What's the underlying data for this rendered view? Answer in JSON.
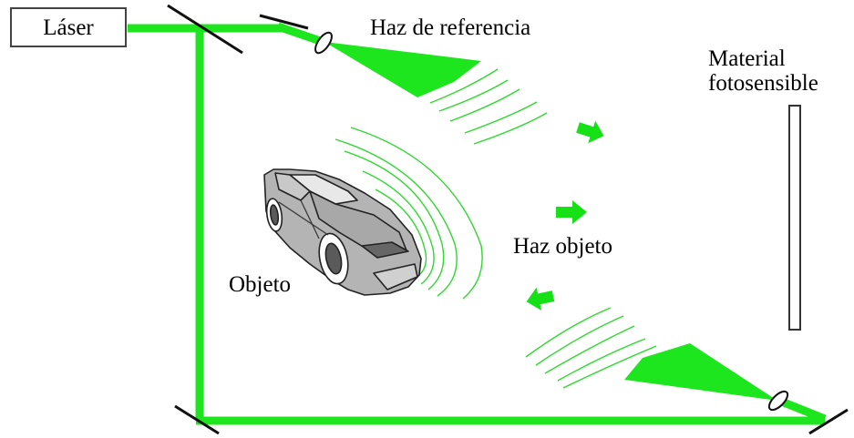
{
  "labels": {
    "laser": "Láser",
    "reference_beam": "Haz de referencia",
    "material_line1": "Material",
    "material_line2": "fotosensible",
    "object_beam": "Haz objeto",
    "object": "Objeto"
  },
  "colors": {
    "beam": "#1ee61e",
    "wave": "#2fd82f",
    "arrow": "#16e016",
    "car_body": "#b4b4b4",
    "car_dark": "#5a5a5a",
    "outline": "#222222"
  }
}
